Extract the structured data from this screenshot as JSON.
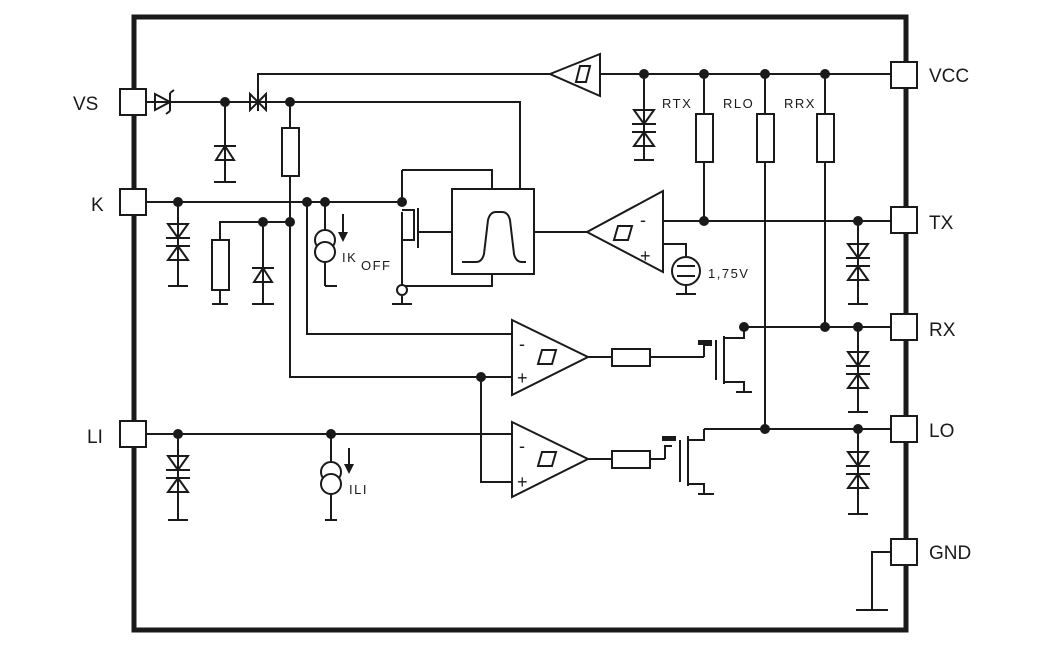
{
  "pins": {
    "vs": "VS",
    "k": "K",
    "li": "LI",
    "vcc": "VCC",
    "tx": "TX",
    "rx": "RX",
    "lo": "LO",
    "gnd": "GND"
  },
  "labels": {
    "rtx": "RTX",
    "rlo": "RLO",
    "rrx": "RRX",
    "ik": "IK",
    "off": "OFF",
    "ili": "ILI",
    "vref": "1,75V"
  },
  "comparator": {
    "minus": "-",
    "plus": "+"
  }
}
